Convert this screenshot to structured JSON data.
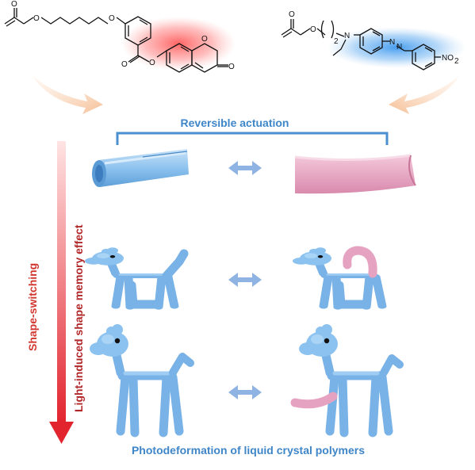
{
  "diagram": {
    "top_label": "Reversible actuation",
    "bottom_label": "Photodeformation of liquid crystal polymers",
    "left_label_outer": "Shape-switching",
    "left_label_inner": "Light-induced shape memory effect",
    "atoms": {
      "o": "O",
      "n": "N",
      "n_sub": "2",
      "no2": "NO"
    }
  },
  "colors": {
    "blue_label": "#3f86c8",
    "red_label": "#d2372f",
    "dark_red_label": "#b2282a",
    "shape_blue": "#8fc4ef",
    "shape_pink": "#e7a6c0",
    "arrow_blue": "#8fb3e2",
    "arrow_orange": "#f6c7a3",
    "glow_red": "#ff6a6a",
    "glow_blue": "#4a9ef0"
  }
}
